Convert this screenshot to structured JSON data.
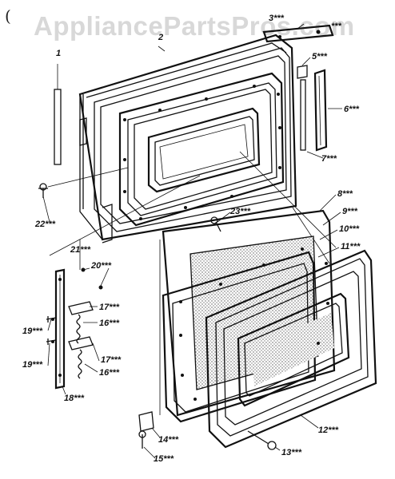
{
  "watermark": "AppliancePartsPros.com",
  "corner_mark": "(",
  "callouts": [
    {
      "id": "1",
      "text": "1"
    },
    {
      "id": "2",
      "text": "2"
    },
    {
      "id": "3",
      "text": "3***"
    },
    {
      "id": "5",
      "text": "5***"
    },
    {
      "id": "6",
      "text": "6***"
    },
    {
      "id": "7",
      "text": "7***"
    },
    {
      "id": "8",
      "text": "8***"
    },
    {
      "id": "9",
      "text": "9***"
    },
    {
      "id": "10",
      "text": "10***"
    },
    {
      "id": "11",
      "text": "11***"
    },
    {
      "id": "12",
      "text": "12***"
    },
    {
      "id": "13",
      "text": "13***"
    },
    {
      "id": "14",
      "text": "14***"
    },
    {
      "id": "15",
      "text": "15***"
    },
    {
      "id": "16a",
      "text": "16***"
    },
    {
      "id": "16b",
      "text": "16***"
    },
    {
      "id": "17a",
      "text": "17***"
    },
    {
      "id": "17b",
      "text": "17***"
    },
    {
      "id": "18",
      "text": "18***"
    },
    {
      "id": "19a",
      "text": "19***"
    },
    {
      "id": "19b",
      "text": "19***"
    },
    {
      "id": "20",
      "text": "20***"
    },
    {
      "id": "21",
      "text": "21***"
    },
    {
      "id": "22",
      "text": "22***"
    },
    {
      "id": "23",
      "text": "23***"
    },
    {
      "id": "24",
      "text": "***"
    }
  ]
}
